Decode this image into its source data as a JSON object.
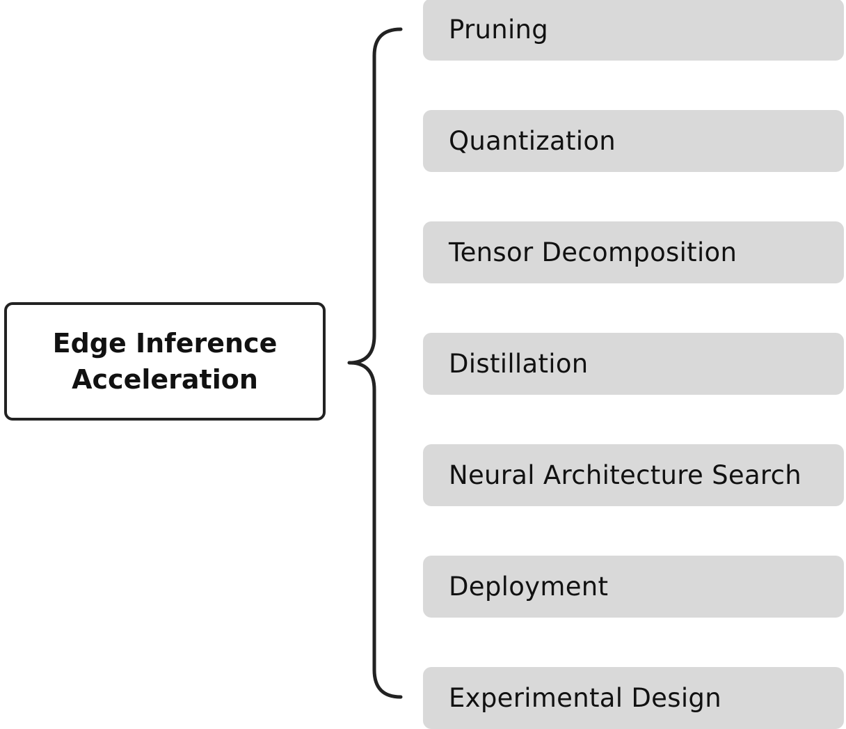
{
  "diagram": {
    "root": {
      "label": "Edge Inference Acceleration"
    },
    "branches": [
      {
        "label": "Pruning"
      },
      {
        "label": "Quantization"
      },
      {
        "label": "Tensor Decomposition"
      },
      {
        "label": "Distillation"
      },
      {
        "label": "Neural Architecture Search"
      },
      {
        "label": "Deployment"
      },
      {
        "label": "Experimental Design"
      }
    ]
  },
  "colors": {
    "node_border": "#222222",
    "branch_fill": "#d9d9d9",
    "text": "#111111"
  }
}
